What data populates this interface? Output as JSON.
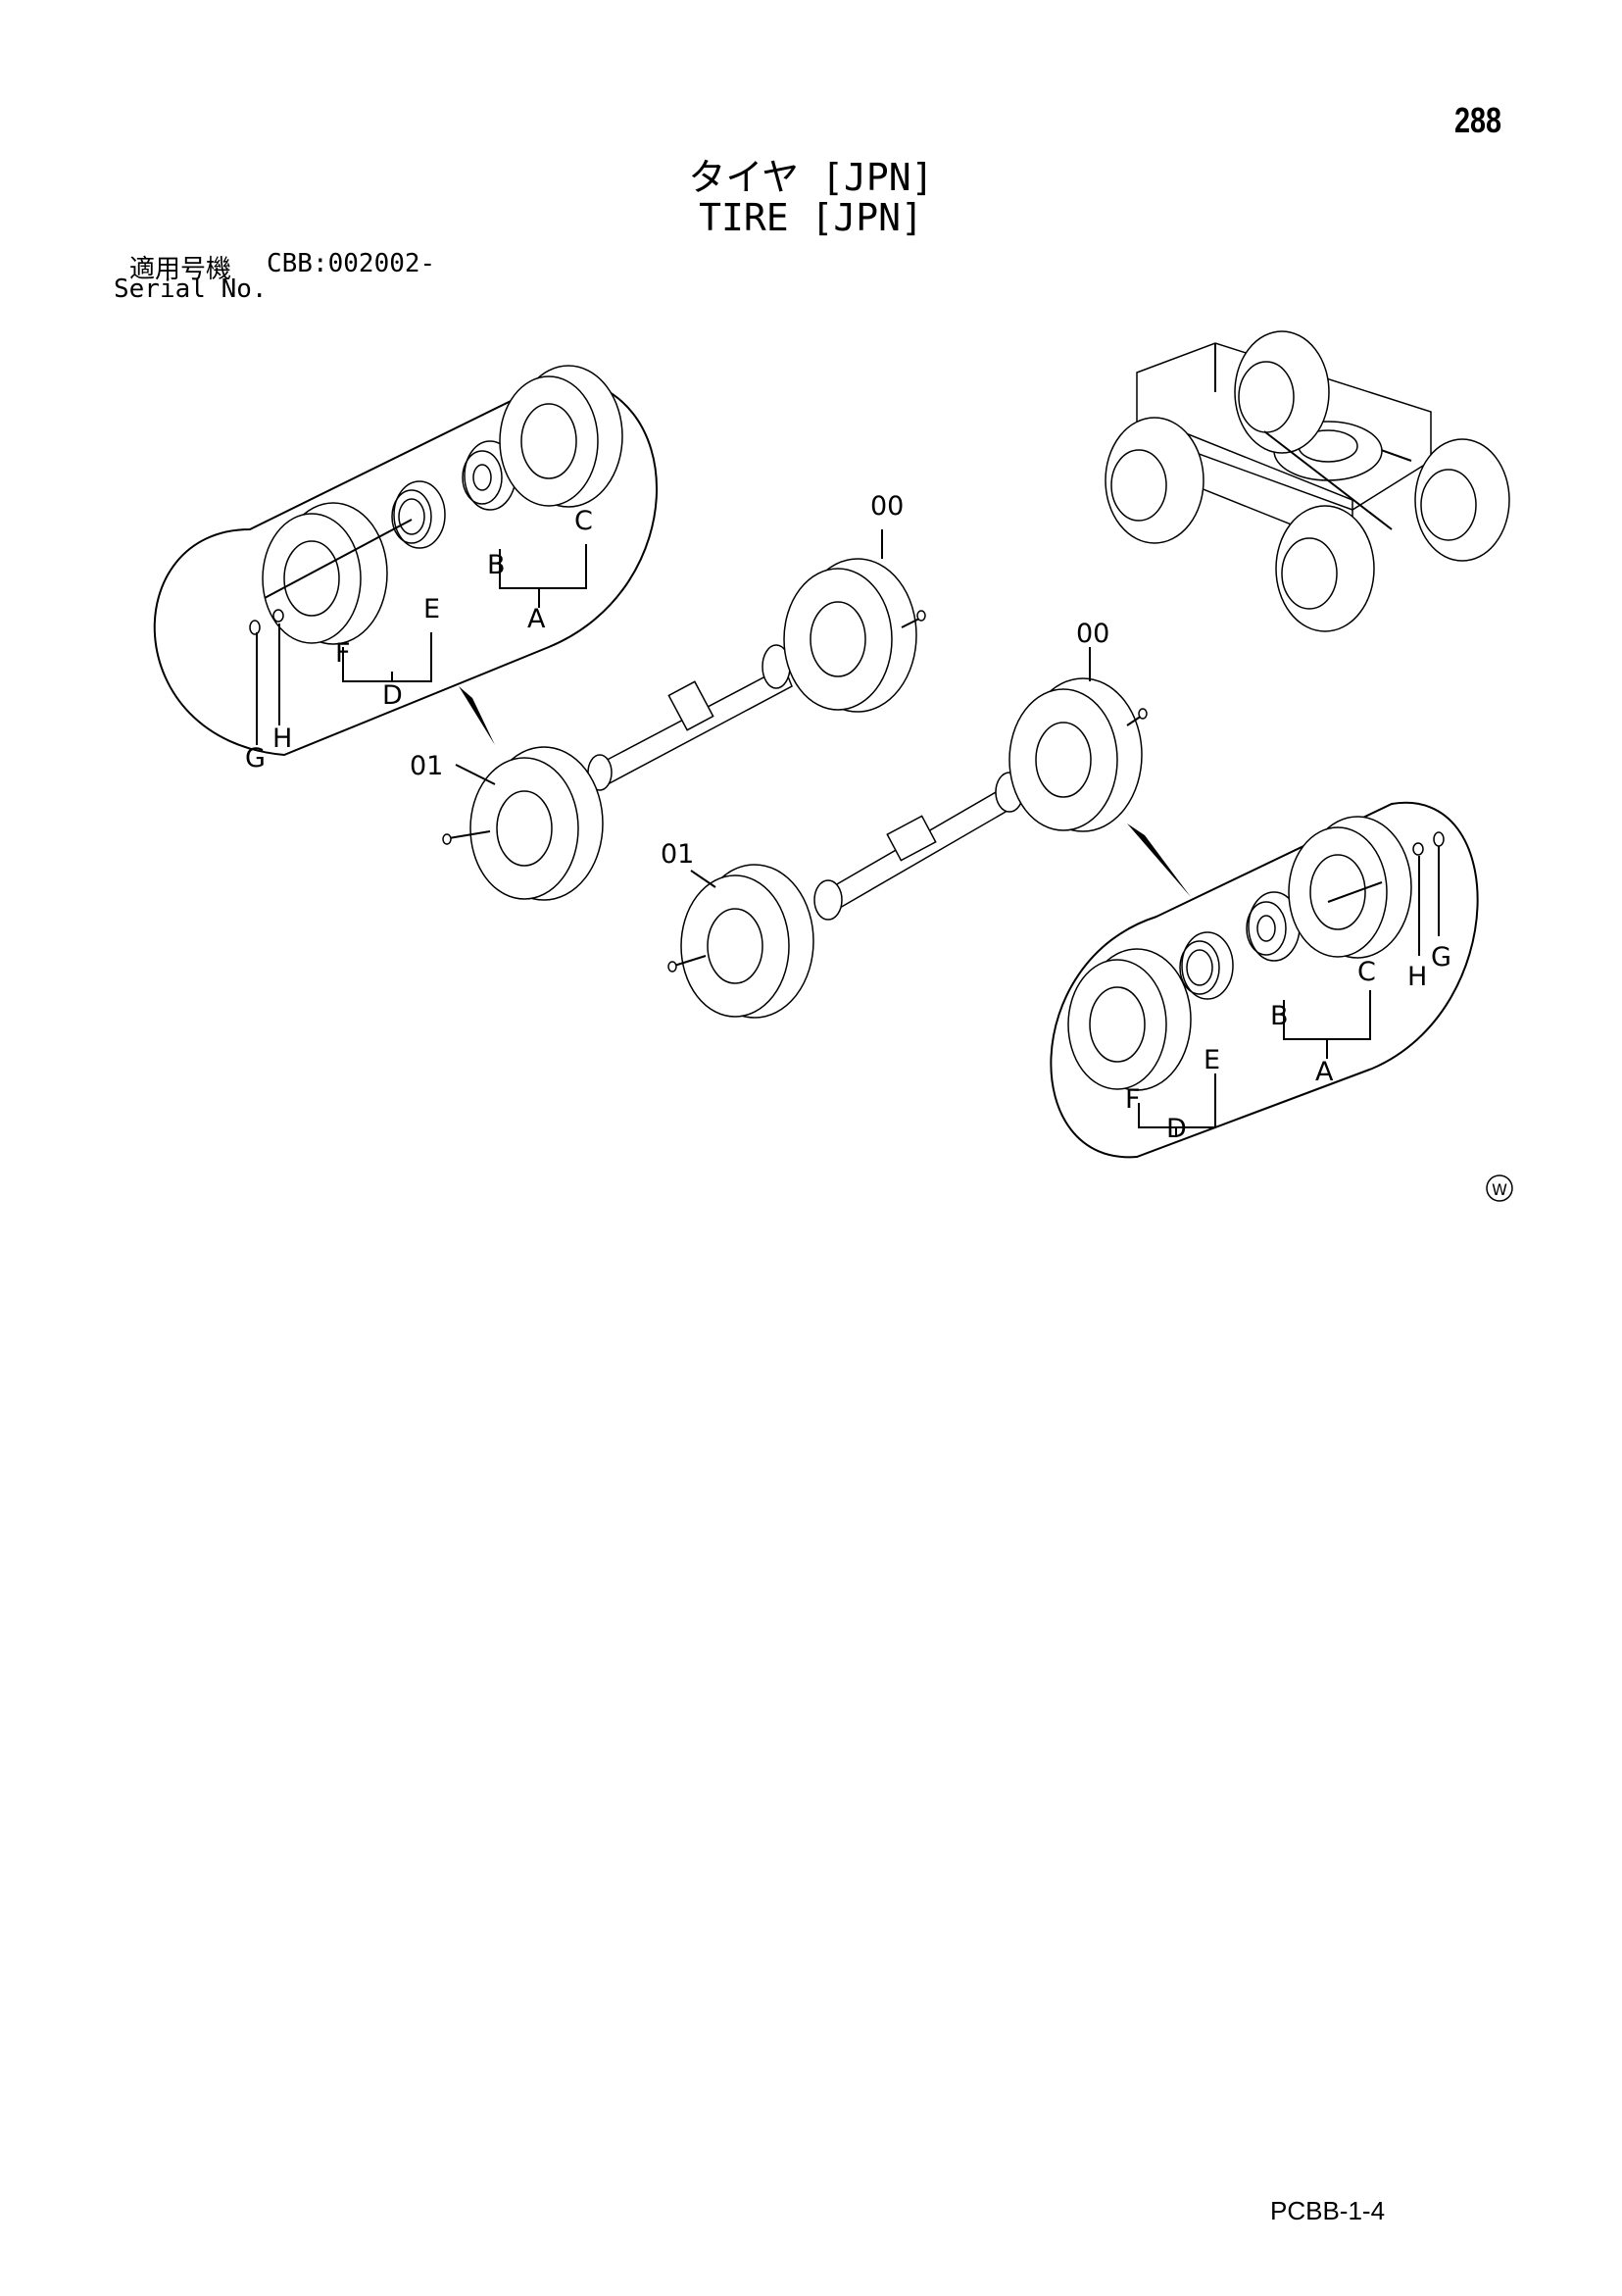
{
  "header": {
    "page_number": "288",
    "title_jp": "タイヤ [JPN]",
    "title_en": "TIRE [JPN]"
  },
  "serial": {
    "label_jp": "適用号機",
    "code": "CBB:002002-",
    "label_en": "Serial No."
  },
  "callouts": {
    "top_left_detail": {
      "A": "A",
      "B": "B",
      "C": "C",
      "D": "D",
      "E": "E",
      "F": "F",
      "G": "G",
      "H": "H"
    },
    "bottom_right_detail": {
      "A": "A",
      "B": "B",
      "C": "C",
      "D": "D",
      "E": "E",
      "F": "F",
      "G": "G",
      "H": "H"
    },
    "front_rear_tire_top": "00",
    "front_rear_tire_right": "00",
    "front_front_tire_top": "01",
    "front_front_tire_bottom": "01"
  },
  "watermark_symbol": "W",
  "footer": {
    "code": "PCBB-1-4"
  }
}
